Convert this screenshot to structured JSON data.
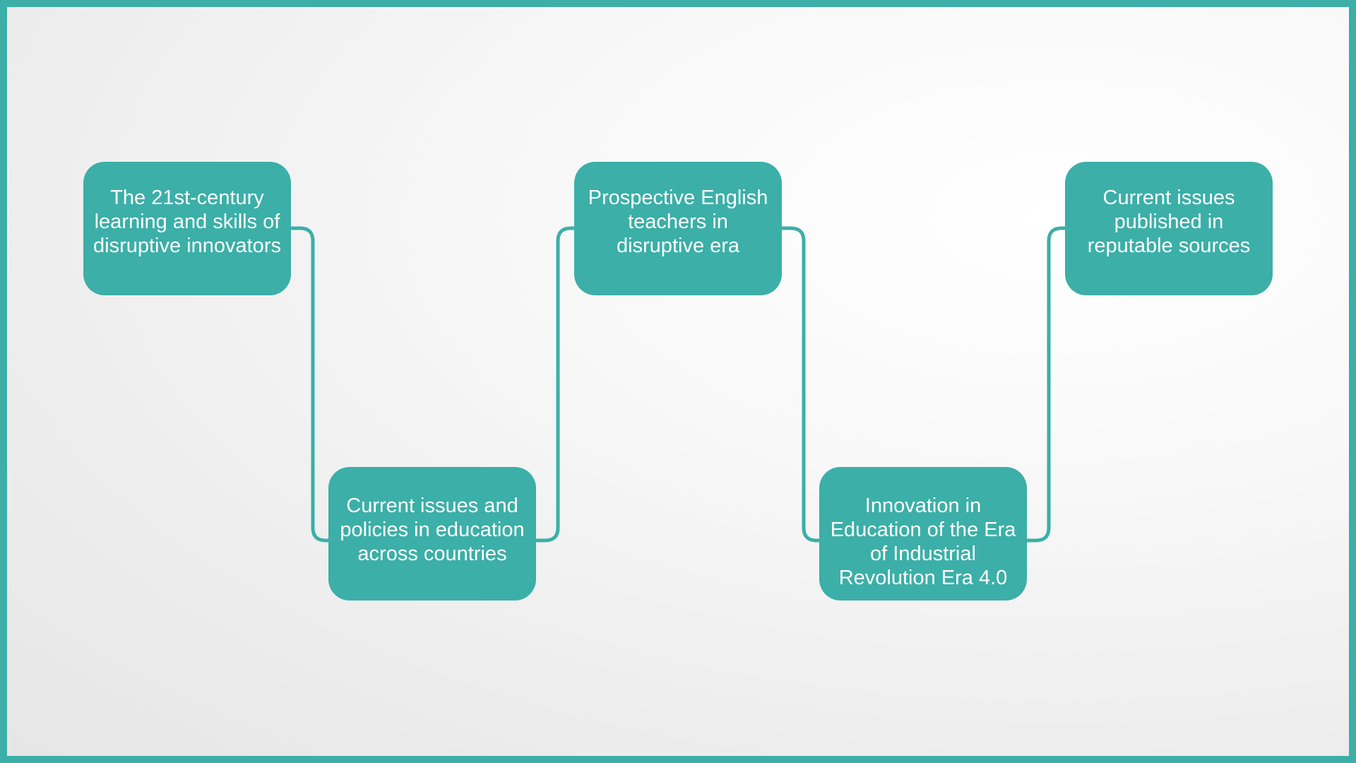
{
  "colors": {
    "accent": "#3bafa8",
    "node_text": "#ffffff"
  },
  "nodes": [
    {
      "label": "The 21st-century learning and skills of disruptive innovators"
    },
    {
      "label": "Current issues and policies in education across countries"
    },
    {
      "label": "Prospective English teachers in disruptive era"
    },
    {
      "label": "Innovation in Education of the Era of Industrial Revolution Era 4.0"
    },
    {
      "label": "Current issues published in reputable sources"
    }
  ]
}
